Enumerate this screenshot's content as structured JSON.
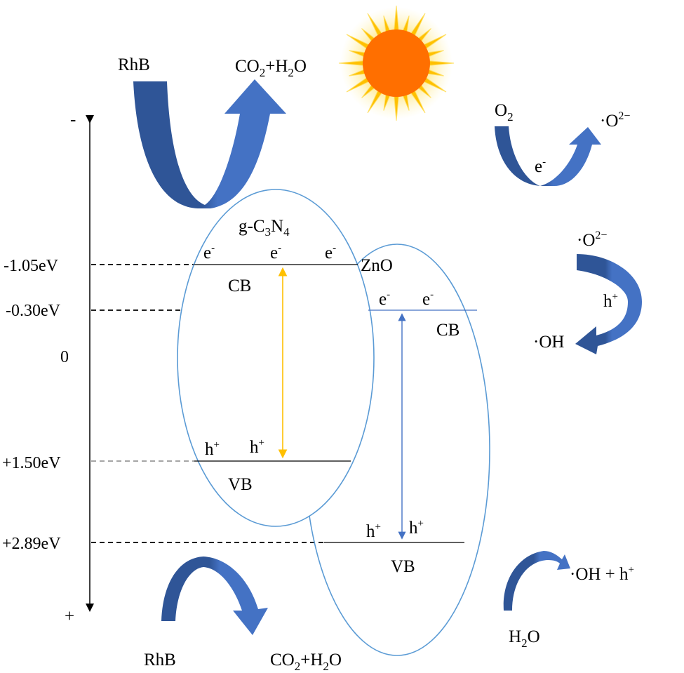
{
  "axis": {
    "top_sign": "-",
    "bottom_sign": "+",
    "ticks": [
      "-1.05eV",
      "-0.30eV",
      "0",
      "+1.50eV",
      "+2.89eV"
    ]
  },
  "gcn": {
    "name_main": "g-C",
    "sub1": "3",
    "mid": "N",
    "sub2": "4",
    "cb": "CB",
    "vb": "VB",
    "electron": "e",
    "electron_sup": "-",
    "hole": "h",
    "hole_sup": "+"
  },
  "zno": {
    "name": "ZnO",
    "cb": "CB",
    "vb": "VB"
  },
  "top": {
    "rhb": "RhB",
    "co2_a": "CO",
    "co2_sub": "2",
    "co2_b": "+H",
    "co2_sub2": "2",
    "co2_c": "O"
  },
  "bottom": {
    "rhb": "RhB",
    "co2_a": "CO",
    "co2_sub": "2",
    "co2_b": "+H",
    "co2_sub2": "2",
    "co2_c": "O"
  },
  "reactions": {
    "o2": "O",
    "o2_sub": "2",
    "superoxide": "·O",
    "superoxide_sup": "2−",
    "oh": "·OH",
    "oh_plus_h": "·OH +  h",
    "h2o_a": "H",
    "h2o_sub": "2",
    "h2o_b": "O"
  },
  "colors": {
    "arrow_dark": "#2F5597",
    "arrow_light": "#4472C4",
    "ellipse": "#5B9BD5",
    "gap_arrow_gcn": "#FFC000",
    "gap_arrow_zno": "#4472C4",
    "sun": "#FF6F00",
    "rays": "#FFC000"
  }
}
